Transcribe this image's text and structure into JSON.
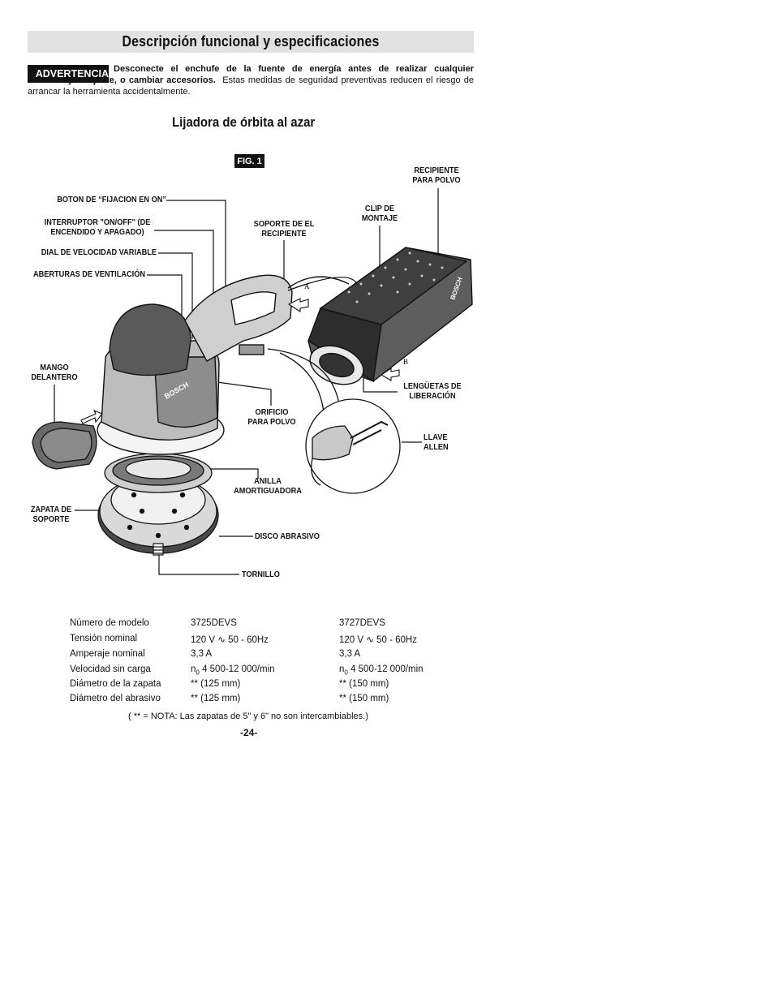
{
  "header": {
    "title": "Descripción funcional y especificaciones"
  },
  "warning": {
    "badge": "ADVERTENCIA",
    "bold_text": "Desconecte el enchufe de la fuente de energía antes de realizar cualquier ensamblaje o ajuste, o cambiar accesorios.",
    "text": "Estas medidas de seguridad preventivas reducen el riesgo de arrancar la herramienta accidentalmente."
  },
  "subtitle": "Lijadora de órbita al azar",
  "figure": {
    "label": "FIG. 1",
    "labels": {
      "boton_fijacion": "BOTON DE “FIJACION EN ON”",
      "interruptor_1": "INTERRUPTOR \"ON/OFF\" (DE",
      "interruptor_2": "ENCENDIDO Y APAGADO)",
      "dial": "DIAL DE VELOCIDAD VARIABLE",
      "aberturas": "ABERTURAS DE VENTILACIÓN",
      "mango_1": "MANGO",
      "mango_2": "DELANTERO",
      "zapata_1": "ZAPATA DE",
      "zapata_2": "SOPORTE",
      "soporte_1": "SOPORTE DE EL",
      "soporte_2": "RECIPIENTE",
      "clip_1": "CLIP DE",
      "clip_2": "MONTAJE",
      "recipiente_1": "RECIPIENTE",
      "recipiente_2": "PARA POLVO",
      "lenguetas_1": "LENGÜETAS DE",
      "lenguetas_2": "LIBERACIÓN",
      "orificio_1": "ORIFICIO",
      "orificio_2": "PARA POLVO",
      "llave_1": "LLAVE",
      "llave_2": "ALLEN",
      "anilla_1": "ANILLA",
      "anilla_2": "AMORTIGUADORA",
      "disco": "DISCO ABRASIVO",
      "tornillo": "TORNILLO",
      "arrow_a": "A",
      "arrow_b": "B",
      "brand": "BOSCH"
    }
  },
  "specs": {
    "rows": [
      {
        "label": "Número de modelo",
        "v1": "3725DEVS",
        "v2": "3727DEVS"
      },
      {
        "label": "Tensión nominal",
        "v1": "120 V ∿ 50 - 60Hz",
        "v2": "120 V ∿ 50 - 60Hz"
      },
      {
        "label": "Amperaje nominal",
        "v1": "3,3 A",
        "v2": "3,3 A"
      },
      {
        "label": "Velocidad sin carga",
        "v1_sym": "n",
        "v1_sub": "0",
        "v1": "4 500-12 000/min",
        "v2_sym": "n",
        "v2_sub": "0",
        "v2": "4 500-12 000/min"
      },
      {
        "label": "Diámetro de la zapata",
        "v1": "** (125 mm)",
        "v2": "** (150 mm)"
      },
      {
        "label": "Diámetro del abrasivo",
        "v1": "** (125 mm)",
        "v2": "** (150 mm)"
      }
    ],
    "note": "( ** = NOTA:  Las zapatas de 5\" y 6\" no son intercambiables.)"
  },
  "page_number": "-24-"
}
